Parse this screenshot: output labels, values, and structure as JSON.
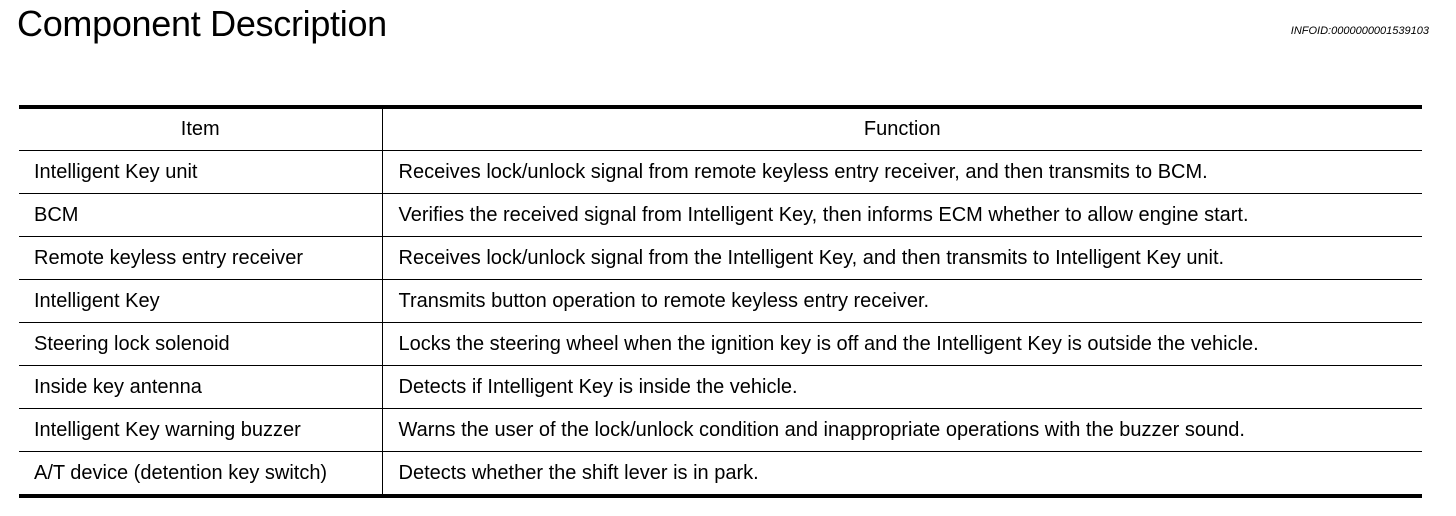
{
  "header": {
    "title": "Component Description",
    "info_id": "INFOID:0000000001539103"
  },
  "table": {
    "columns": [
      "Item",
      "Function"
    ],
    "rows": [
      {
        "item": "Intelligent Key unit",
        "function": "Receives lock/unlock signal from remote keyless entry receiver, and then transmits to BCM."
      },
      {
        "item": "BCM",
        "function": "Verifies the received signal from Intelligent Key, then informs ECM whether to allow engine start."
      },
      {
        "item": "Remote keyless entry receiver",
        "function": "Receives lock/unlock signal from the Intelligent Key, and then transmits to Intelligent Key unit."
      },
      {
        "item": "Intelligent Key",
        "function": "Transmits button operation to remote keyless entry receiver."
      },
      {
        "item": "Steering lock solenoid",
        "function": "Locks the steering wheel when the ignition key is off and the Intelligent Key is outside the vehicle."
      },
      {
        "item": "Inside key antenna",
        "function": "Detects if Intelligent Key is inside the vehicle."
      },
      {
        "item": "Intelligent Key warning buzzer",
        "function": "Warns the user of the lock/unlock condition and inappropriate operations with the buzzer sound."
      },
      {
        "item": "A/T device (detention key switch)",
        "function": "Detects whether the shift lever is in park."
      }
    ]
  }
}
